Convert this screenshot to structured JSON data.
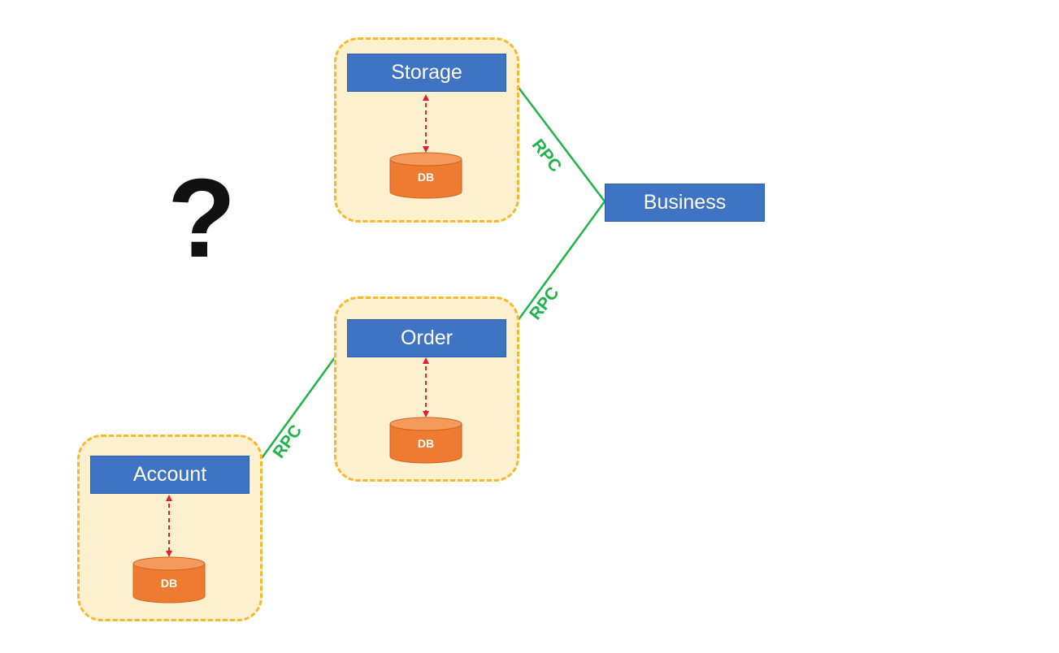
{
  "services": {
    "storage": {
      "label": "Storage",
      "db_label": "DB"
    },
    "order": {
      "label": "Order",
      "db_label": "DB"
    },
    "account": {
      "label": "Account",
      "db_label": "DB"
    },
    "business": {
      "label": "Business"
    }
  },
  "connections": [
    {
      "from": "business",
      "to": "storage",
      "label": "RPC"
    },
    {
      "from": "business",
      "to": "order",
      "label": "RPC"
    },
    {
      "from": "order",
      "to": "account",
      "label": "RPC"
    }
  ],
  "question_mark": "?",
  "colors": {
    "service_box": "#3f73c4",
    "group_fill": "#fdf0cf",
    "group_border": "#f5b82e",
    "db_fill": "#ee7b30",
    "rpc_line": "#1fb34a",
    "db_link": "#e0202e"
  }
}
